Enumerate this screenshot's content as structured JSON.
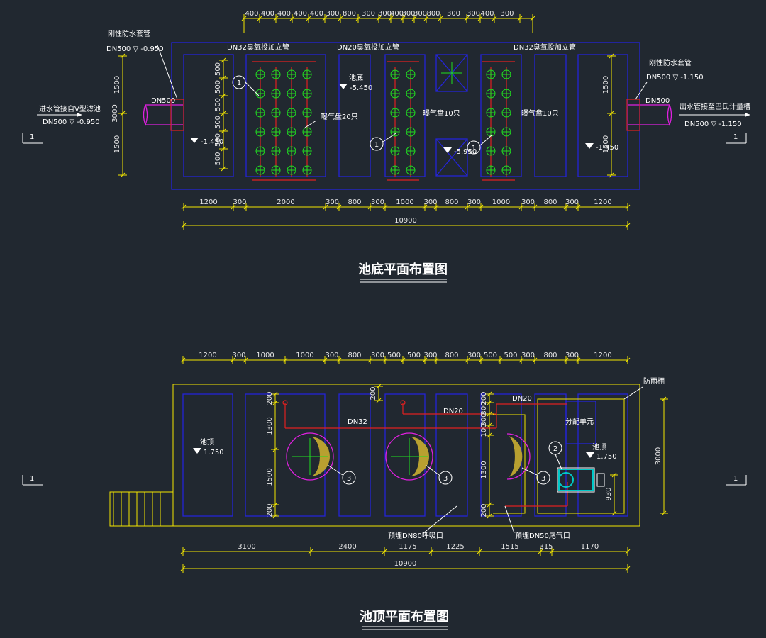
{
  "titles": {
    "bottom_plan": "池底平面布置图",
    "top_plan": "池顶平面布置图"
  },
  "section_mark": "1",
  "plan1": {
    "top_dims": [
      "400",
      "400",
      "400",
      "400",
      "400",
      "300",
      "800",
      "300",
      "300",
      "400",
      "300",
      "300",
      "800",
      "300",
      "300",
      "400",
      "300"
    ],
    "bottom_dims": [
      "1200",
      "300",
      "2000",
      "300",
      "800",
      "300",
      "1000",
      "300",
      "800",
      "300",
      "1000",
      "300",
      "800",
      "300",
      "1200"
    ],
    "total": "10900",
    "left_dims": [
      "1500",
      "3000",
      "1500"
    ],
    "right_dims": [
      "1500",
      "1500"
    ],
    "inner_dims": [
      "500",
      "500",
      "500",
      "500",
      "500",
      "500"
    ],
    "labels": {
      "rigid_sleeve_left": "刚性防水套管",
      "dn500_left_level": "DN500 ▽ -0.950",
      "inlet_note": "进水管接自V型滤池",
      "inlet_level": "DN500 ▽ -0.950",
      "dn500_a": "DN500",
      "level_left_pool": "-1.450",
      "riser_a": "DN32臭氧投加立管",
      "riser_b": "DN20臭氧投加立管",
      "riser_c": "DN32臭氧投加立管",
      "pool_bottom": "池底",
      "pool_bottom_level": "-5.450",
      "disc_20": "曝气盘20只",
      "disc_10a": "曝气盘10只",
      "disc_10b": "曝气盘10只",
      "level_mid": "-5.950",
      "level_right_pool": "-1.450",
      "rigid_sleeve_right": "刚性防水套管",
      "dn500_right_level": "DN500 ▽ -1.150",
      "dn500_b": "DN500",
      "outlet_note": "出水管接至巴氏计量槽",
      "outlet_level": "DN500 ▽ -1.150",
      "mark1": "1"
    }
  },
  "plan2": {
    "top_dims": [
      "1200",
      "300",
      "1000",
      "1000",
      "300",
      "800",
      "300",
      "500",
      "500",
      "300",
      "800",
      "300",
      "500",
      "500",
      "300",
      "800",
      "300",
      "1200"
    ],
    "bottom_dims": [
      "3100",
      "2400",
      "1175",
      "1225",
      "1515",
      "315",
      "1170"
    ],
    "total": "10900",
    "left_dims": [
      "200",
      "1300",
      "1500",
      "200"
    ],
    "mid_dims": [
      "200",
      "300",
      "300",
      "100",
      "1300",
      "200"
    ],
    "right_dims": [
      "3000",
      "930"
    ],
    "labels": {
      "pool_top": "池顶",
      "pool_top_level": "1.750",
      "dn32": "DN32",
      "dn20a": "DN20",
      "dn20b": "DN20",
      "dist_unit": "分配单元",
      "guardrail": "防雨棚",
      "pool_top_r": "池顶",
      "pool_top_r_level": "1.750",
      "vent80": "预埋DN80呼吸口",
      "vent50": "预埋DN50尾气口",
      "mark2": "2",
      "mark3": "3"
    }
  },
  "colors": {
    "outline": "#2424d8",
    "dimension": "#f2e600",
    "pipe": "#e02020",
    "disc": "#20e020",
    "sleeve": "#e020e0",
    "device": "#00c8c8"
  }
}
